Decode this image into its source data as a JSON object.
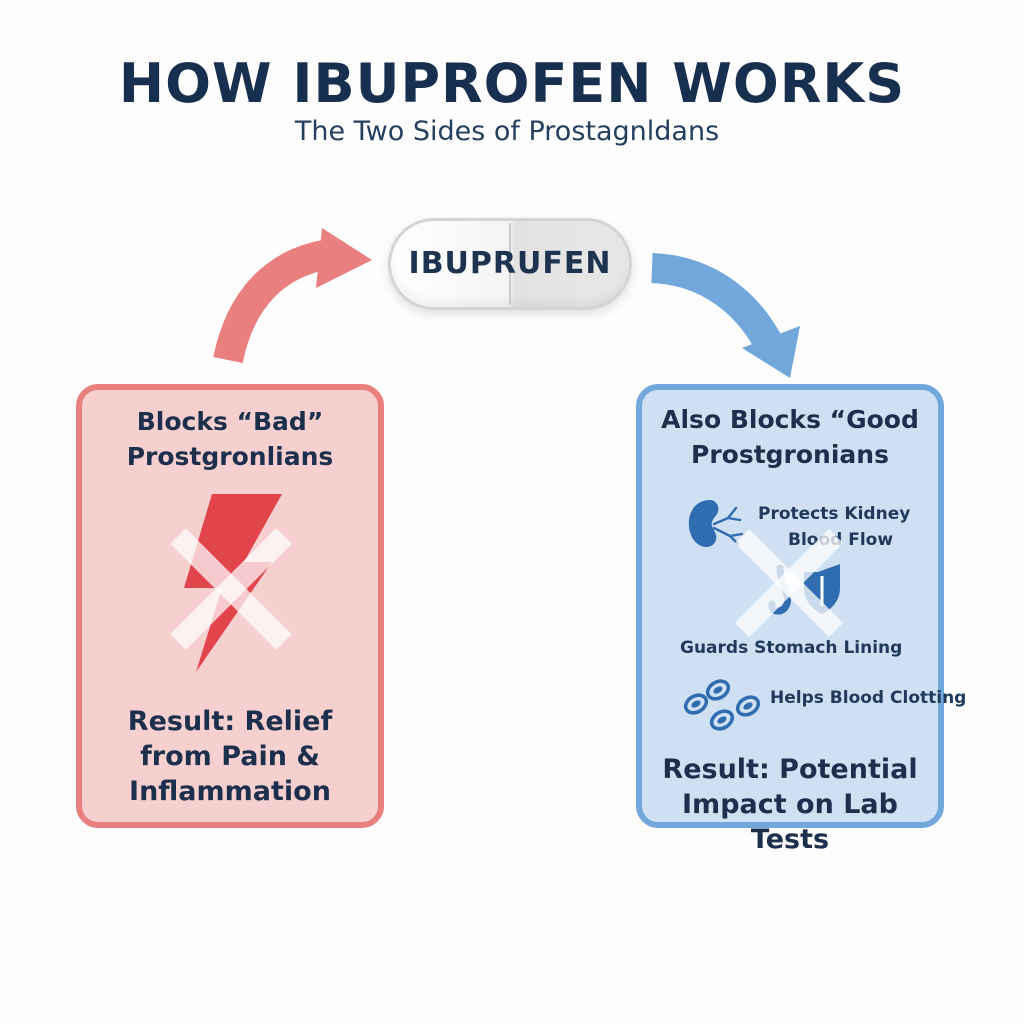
{
  "header": {
    "title": "HOW IBUPROFEN WORKS",
    "subtitle": "The Two Sides of Prostagnldans"
  },
  "pill": {
    "label": "IBUPRUFEN"
  },
  "left_card": {
    "heading_line1": "Blocks “Bad”",
    "heading_line2": "Prostgronlians",
    "icon": "lightning-bolt-icon",
    "overlay_icon": "cross-out-icon",
    "result_line1": "Result: Relief",
    "result_line2": "from Pain &",
    "result_line3": "Inflammation"
  },
  "right_card": {
    "heading_line1": "Also Blocks “Good",
    "heading_line2": "Prostgronians",
    "items": [
      {
        "icon": "kidney-icon",
        "line1": "Protects Kidney",
        "line2": "Blood Flow"
      },
      {
        "icon": "stomach-shield-icon",
        "line1": "Guards Stomach Lining"
      },
      {
        "icon": "blood-cells-icon",
        "line1": "Helps Blood Clotting"
      }
    ],
    "overlay_icon": "cross-out-icon",
    "result_line1": "Result: Potential",
    "result_line2": "Impact on Lab Tests"
  },
  "colors": {
    "bad_accent": "#ea7f7f",
    "bad_fill": "#f6cfcf",
    "good_accent": "#72a7dc",
    "good_fill": "#cfe0f3",
    "text": "#1c2f4d",
    "bolt": "#e2444b",
    "icon_blue": "#2f6db0"
  }
}
